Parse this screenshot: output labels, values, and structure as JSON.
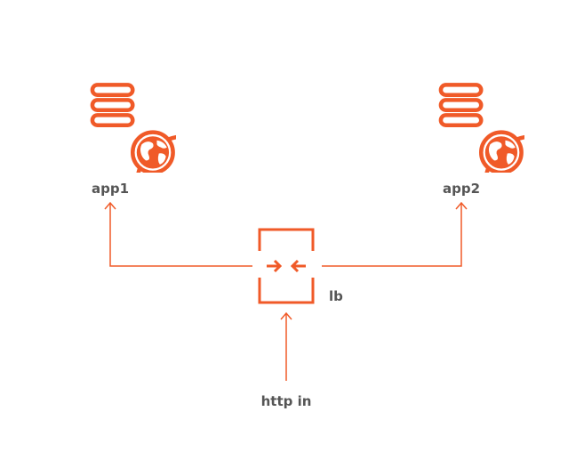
{
  "colors": {
    "accent": "#f05a28",
    "label": "#555555",
    "background": "#ffffff"
  },
  "nodes": {
    "app1": {
      "label": "app1",
      "icon": "server-globe-icon"
    },
    "app2": {
      "label": "app2",
      "icon": "server-globe-icon"
    },
    "lb": {
      "label": "lb",
      "icon": "load-balancer-icon"
    },
    "http_in": {
      "label": "http in"
    }
  },
  "edges": [
    {
      "from": "http_in",
      "to": "lb"
    },
    {
      "from": "lb",
      "to": "app1"
    },
    {
      "from": "lb",
      "to": "app2"
    }
  ]
}
